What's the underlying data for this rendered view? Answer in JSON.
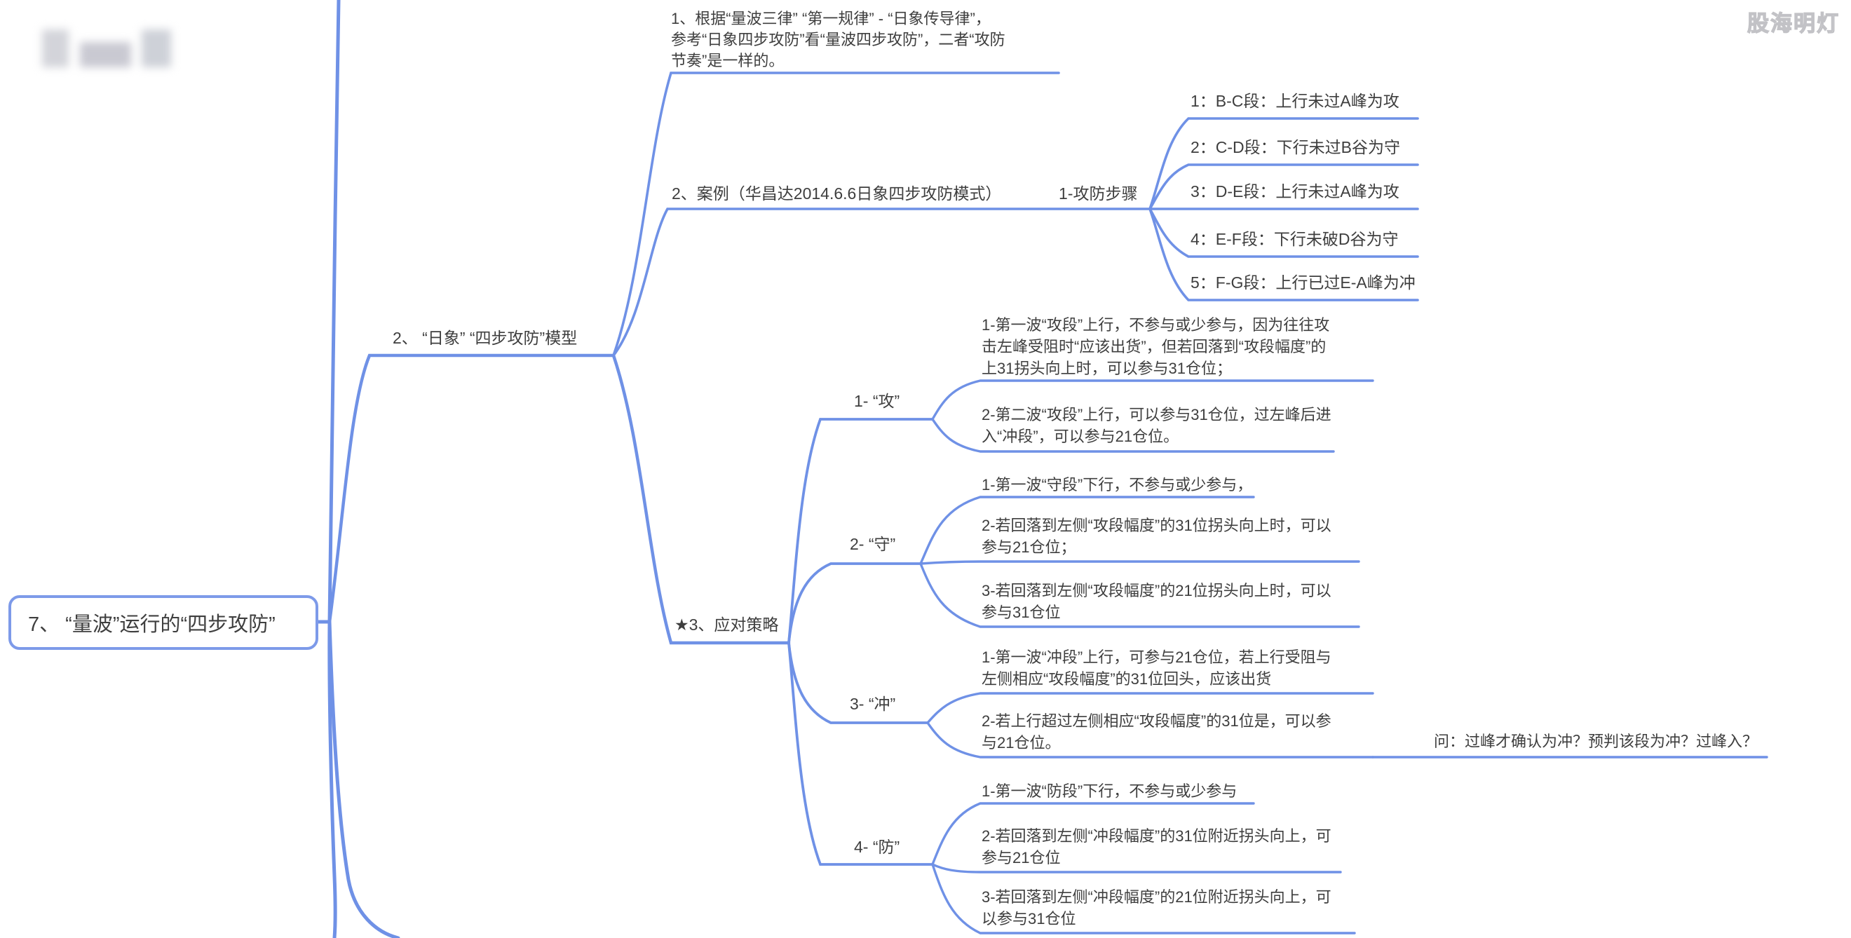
{
  "root": {
    "label": "7、 “量波”运行的“四步攻防”"
  },
  "watermark": "股海明灯",
  "model": {
    "label": "2、 “日象” “四步攻防”模型",
    "note": "1、根据“量波三律” “第一规律” - “日象传导律”，\n参考“日象四步攻防”看“量波四步攻防”，二者“攻防\n节奏”是一样的。",
    "case": {
      "label": "2、案例（华昌达2014.6.6日象四步攻防模式）",
      "steps_group": "1-攻防步骤",
      "steps": [
        "1：B-C段：上行未过A峰为攻",
        "2：C-D段：下行未过B谷为守",
        "3：D-E段：上行未过A峰为攻",
        "4：E-F段：下行未破D谷为守",
        "5：F-G段：上行已过E-A峰为冲"
      ]
    },
    "strategy": {
      "label": "★3、应对策略",
      "branches": [
        {
          "label": "1- “攻”",
          "items": [
            "1-第一波“攻段”上行，不参与或少参与，因为往往攻\n击左峰受阻时“应该出货”，但若回落到“攻段幅度”的\n上31拐头向上时，可以参与31仓位；",
            "2-第二波“攻段”上行，可以参与31仓位，过左峰后进\n入“冲段”，可以参与21仓位。"
          ]
        },
        {
          "label": "2- “守”",
          "items": [
            "1-第一波“守段”下行，不参与或少参与，",
            "2-若回落到左侧“攻段幅度”的31位拐头向上时，可以\n参与21仓位；",
            "3-若回落到左侧“攻段幅度”的21位拐头向上时，可以\n参与31仓位"
          ]
        },
        {
          "label": "3- “冲”",
          "items": [
            "1-第一波“冲段”上行，可参与21仓位，若上行受阻与\n左侧相应“攻段幅度”的31位回头，应该出货",
            "2-若上行超过左侧相应“攻段幅度”的31位是，可以参\n与21仓位。"
          ],
          "question": "问：过峰才确认为冲？预判该段为冲？过峰入？"
        },
        {
          "label": "4- “防”",
          "items": [
            "1-第一波“防段”下行，不参与或少参与",
            "2-若回落到左侧“冲段幅度”的31位附近拐头向上，可\n参与21仓位",
            "3-若回落到左侧“冲段幅度”的21位附近拐头向上，可\n以参与31仓位"
          ]
        }
      ]
    }
  },
  "colors": {
    "line_blue": "#6F91E6",
    "text": "#3E3E3E",
    "root_border": "#7D9AE9"
  }
}
